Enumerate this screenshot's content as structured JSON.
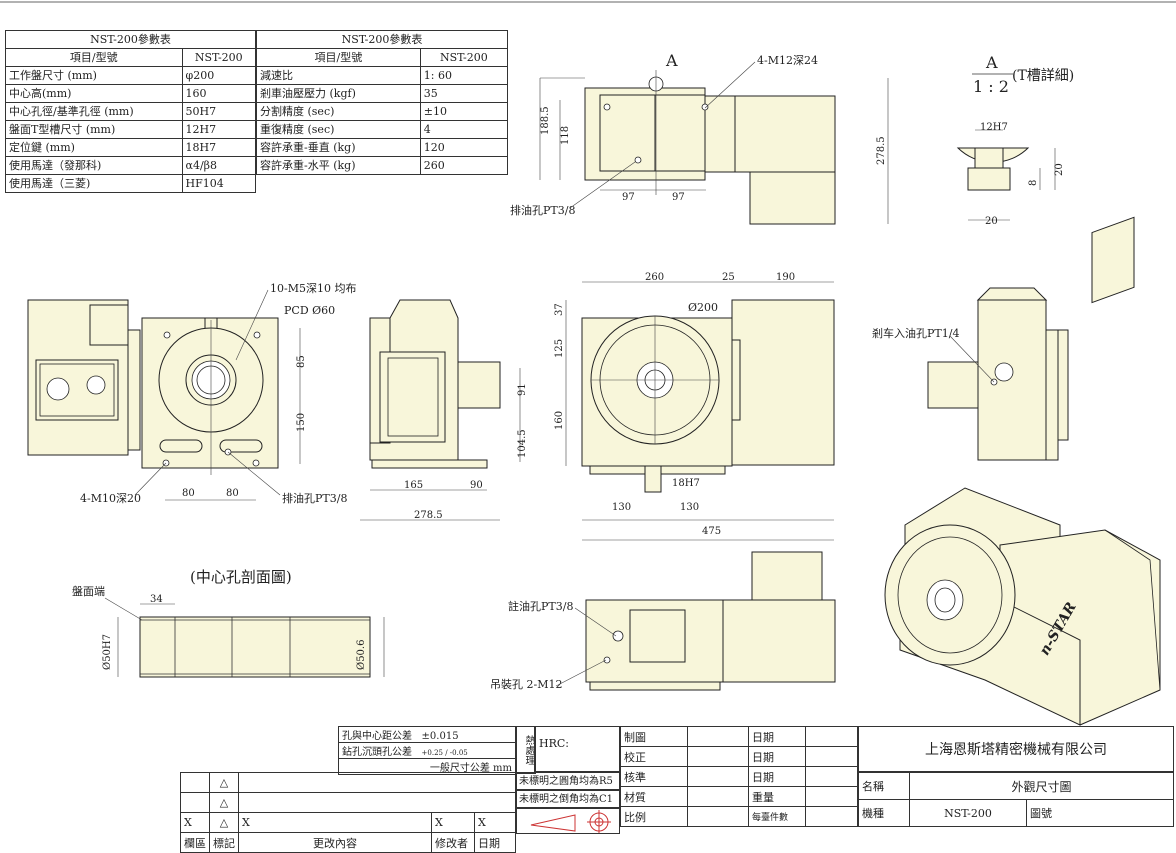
{
  "spec_left": {
    "title": "NST-200參數表",
    "header": [
      "項目/型號",
      "NST-200"
    ],
    "rows": [
      [
        "工作盤尺寸 (mm)",
        "φ200"
      ],
      [
        "中心高(mm)",
        "160"
      ],
      [
        "中心孔徑/基準孔徑 (mm)",
        "50H7"
      ],
      [
        "盤面T型槽尺寸 (mm)",
        "12H7"
      ],
      [
        "定位鍵 (mm)",
        "18H7"
      ],
      [
        "使用馬達（發那科)",
        "α4/β8"
      ],
      [
        "使用馬達（三菱)",
        "HF104"
      ]
    ]
  },
  "spec_right": {
    "title": "NST-200參數表",
    "header": [
      "項目/型號",
      "NST-200"
    ],
    "rows": [
      [
        "減速比",
        "1: 60"
      ],
      [
        "剎車油壓壓力 (kgf)",
        "35"
      ],
      [
        "分割精度 (sec)",
        "±10"
      ],
      [
        "重復精度 (sec)",
        "4"
      ],
      [
        "容許承重-垂直 (kg)",
        "120"
      ],
      [
        "容許承重-水平 (kg)",
        "260"
      ]
    ]
  },
  "top_view": {
    "section_mark": "A",
    "labels": {
      "holes": "4-M12深24",
      "drain": "排油孔PT3/8"
    },
    "dims": {
      "h1": "188.5",
      "h2": "118",
      "total_h": "278.5",
      "w1": "97",
      "w2": "97"
    }
  },
  "detail_a": {
    "mark": "A",
    "scale": "1 : 2",
    "caption": "(T槽詳細)",
    "dims": {
      "slot": "12H7",
      "d1": "8",
      "d2": "20",
      "w": "20"
    }
  },
  "left_view": {
    "labels": {
      "holes": "10-M5深10 均布",
      "pcd": "PCD Ø60",
      "bottom_holes": "4-M10深20",
      "drain": "排油孔PT3/8"
    },
    "dims": {
      "v1": "85",
      "v2": "150",
      "h1": "80",
      "h2": "80"
    }
  },
  "side_view": {
    "dims": {
      "v1": "91",
      "v2": "104.5",
      "h1": "165",
      "h2": "90",
      "total": "278.5"
    }
  },
  "front_view": {
    "labels": {
      "disk": "Ø200",
      "key": "18H7"
    },
    "dims": {
      "w1": "260",
      "w2": "25",
      "w3": "190",
      "v1": "37",
      "v2": "125",
      "v3": "160",
      "b1": "130",
      "b2": "130",
      "total": "475"
    }
  },
  "right_view": {
    "labels": {
      "brake": "剎车入油孔PT1/4"
    }
  },
  "bottom_view": {
    "labels": {
      "oil_in": "註油孔PT3/8",
      "lift": "吊裝孔 2-M12"
    }
  },
  "section_view": {
    "caption": "(中心孔剖面圖)",
    "labels": {
      "end": "盤面端"
    },
    "dims": {
      "depth": "34",
      "left_d": "Ø50H7",
      "right_d": "Ø50.6"
    }
  },
  "iso_view": {
    "brand": "n-STAR"
  },
  "title_block": {
    "tol1_label": "孔與中心距公差",
    "tol1_val": "±0.015",
    "tol2_label": "鉆孔沉頭孔公差",
    "tol2_val": "+0.25 / -0.05",
    "tol3_label": "一般尺寸公差",
    "tol3_unit": "mm",
    "heat": "熱處理",
    "hrc": "HRC:",
    "note1": "未標明之圓角均為R5",
    "note2": "未標明之倒角均為C1",
    "rev_headers": [
      "欄區",
      "標記",
      "更改內容",
      "修改者",
      "日期"
    ],
    "x_mark": "X",
    "roles": [
      "制圖",
      "校正",
      "核準",
      "材質",
      "比例"
    ],
    "date_label": "日期",
    "weight_label": "重量",
    "sheet_label": "每臺件數",
    "company": "上海恩斯塔精密機械有限公司",
    "name_label": "名稱",
    "name_value": "外觀尺寸圖",
    "model_label": "機種",
    "model_value": "NST-200",
    "dwg_label": "圖號"
  }
}
